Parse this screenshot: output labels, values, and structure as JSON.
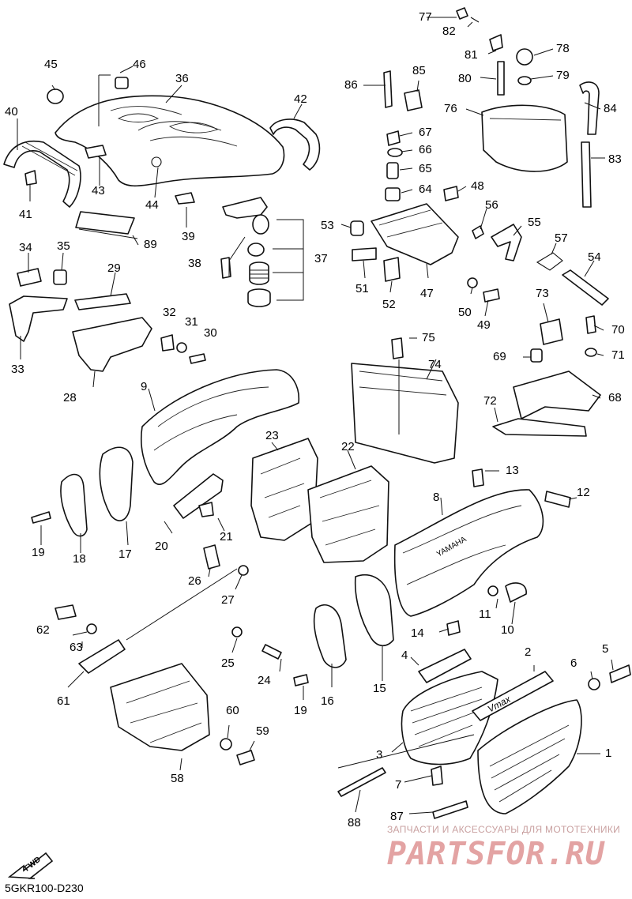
{
  "drawing_code": "5GKR100-D230",
  "watermark": {
    "tagline": "ЗАПЧАСТИ И АКСЕССУАРЫ ДЛЯ МОТОТЕХНИКИ",
    "logo": "PARTSFOR.RU"
  },
  "fwd_label": "FWD",
  "part_markings": {
    "yamaha": "YAMAHA",
    "vmax": "Vmax"
  },
  "callouts": [
    "1",
    "2",
    "3",
    "4",
    "5",
    "6",
    "7",
    "8",
    "9",
    "10",
    "11",
    "12",
    "13",
    "14",
    "15",
    "16",
    "17",
    "18",
    "19",
    "19",
    "20",
    "21",
    "22",
    "23",
    "24",
    "25",
    "26",
    "27",
    "28",
    "29",
    "30",
    "31",
    "32",
    "33",
    "34",
    "35",
    "36",
    "37",
    "38",
    "39",
    "40",
    "41",
    "42",
    "43",
    "44",
    "45",
    "46",
    "47",
    "48",
    "49",
    "50",
    "51",
    "52",
    "53",
    "54",
    "55",
    "56",
    "57",
    "58",
    "59",
    "60",
    "61",
    "62",
    "63",
    "64",
    "65",
    "66",
    "67",
    "68",
    "69",
    "70",
    "71",
    "72",
    "73",
    "74",
    "75",
    "76",
    "77",
    "78",
    "79",
    "80",
    "81",
    "82",
    "83",
    "84",
    "85",
    "86",
    "87",
    "88",
    "89"
  ]
}
